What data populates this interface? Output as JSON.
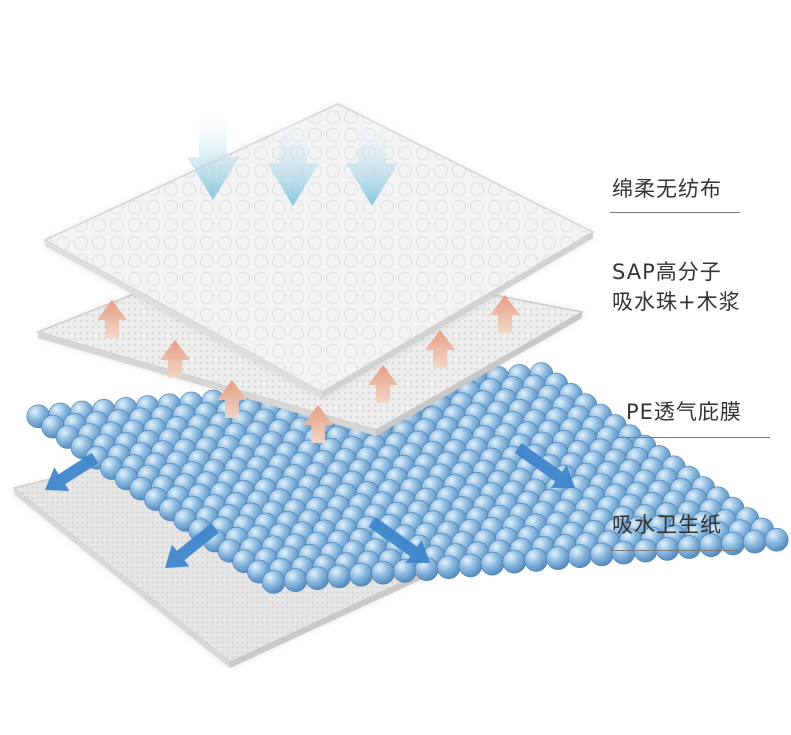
{
  "layers": [
    {
      "id": "top",
      "lines": [
        "绵柔无纺布"
      ]
    },
    {
      "id": "sap",
      "lines": [
        "SAP高分子",
        "吸水珠+木浆"
      ]
    },
    {
      "id": "pe",
      "lines": [
        "PE透气庇膜"
      ]
    },
    {
      "id": "bottom",
      "lines": [
        "吸水卫生纸"
      ]
    }
  ],
  "colors": {
    "nonwoven": "#f1f1f1",
    "tissue": "#e4e4e4",
    "bead": "#7fb0d8",
    "arrow_down": "#8ccbe0",
    "arrow_up": "#e8a88e",
    "arrow_spread": "#4a90cf"
  },
  "icons": [
    "arrow-down-icon",
    "arrow-up-icon",
    "arrow-spread-icon"
  ]
}
